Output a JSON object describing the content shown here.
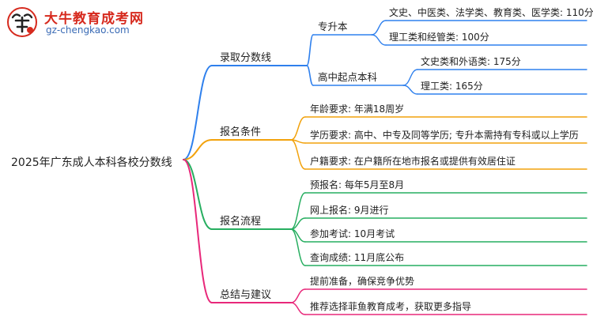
{
  "logo": {
    "title": "大牛教育成考网",
    "url": "gz-chengkao.com"
  },
  "mindmap": {
    "root": "2025年广东成人本科各校分数线",
    "branches": [
      {
        "label": "录取分数线",
        "color": "#2f80ed",
        "children": [
          {
            "label": "专升本",
            "children": [
              {
                "label": "文史、中医类、法学类、教育类、医学类: 110分"
              },
              {
                "label": "理工类和经管类: 100分"
              }
            ]
          },
          {
            "label": "高中起点本科",
            "children": [
              {
                "label": "文史类和外语类: 175分"
              },
              {
                "label": "理工类: 165分"
              }
            ]
          }
        ]
      },
      {
        "label": "报名条件",
        "color": "#f2a20c",
        "children": [
          {
            "label": "年龄要求: 年满18周岁"
          },
          {
            "label": "学历要求: 高中、中专及同等学历; 专升本需持有专科或以上学历"
          },
          {
            "label": "户籍要求: 在户籍所在地市报名或提供有效居住证"
          }
        ]
      },
      {
        "label": "报名流程",
        "color": "#27ae60",
        "children": [
          {
            "label": "预报名: 每年5月至8月"
          },
          {
            "label": "网上报名: 9月进行"
          },
          {
            "label": "参加考试: 10月考试"
          },
          {
            "label": "查询成绩: 11月底公布"
          }
        ]
      },
      {
        "label": "总结与建议",
        "color": "#e8287a",
        "children": [
          {
            "label": "提前准备，确保竞争优势"
          },
          {
            "label": "推荐选择菲鱼教育成考，获取更多指导"
          }
        ]
      }
    ]
  }
}
